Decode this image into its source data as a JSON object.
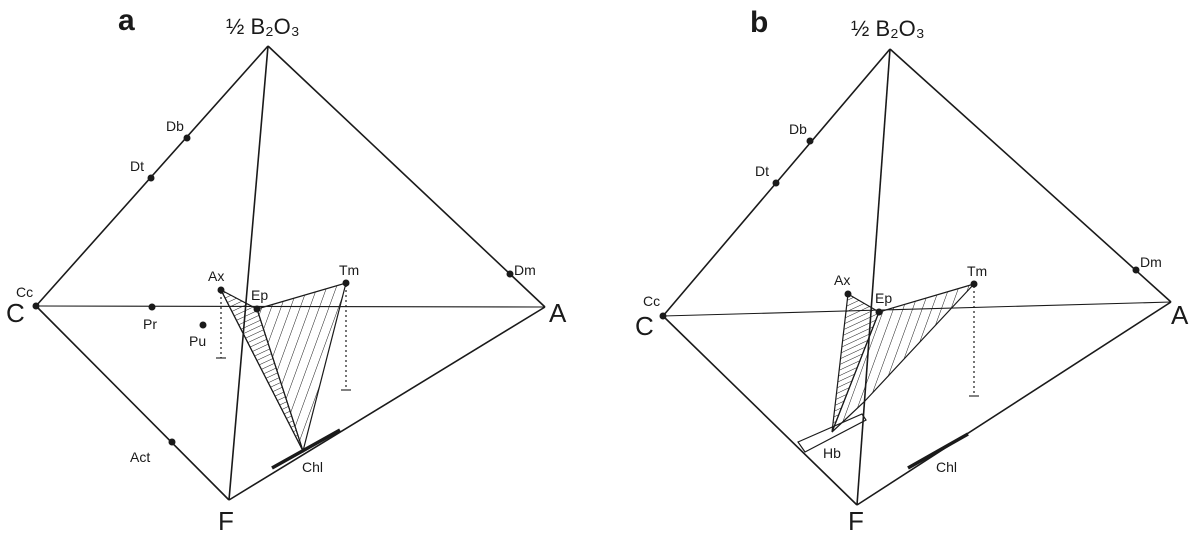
{
  "panels": [
    {
      "panel_label": "a",
      "apex_label": "½ B₂O₃",
      "vertices": {
        "left": "C",
        "right": "A",
        "bottom": "F"
      },
      "points": {
        "cc": "Cc",
        "db": "Db",
        "dt": "Dt",
        "dm": "Dm",
        "ax": "Ax",
        "ep": "Ep",
        "tm": "Tm",
        "pr": "Pr",
        "pu": "Pu",
        "act": "Act",
        "chl": "Chl"
      }
    },
    {
      "panel_label": "b",
      "apex_label": "½ B₂O₃",
      "vertices": {
        "left": "C",
        "right": "A",
        "bottom": "F"
      },
      "points": {
        "cc": "Cc",
        "db": "Db",
        "dt": "Dt",
        "dm": "Dm",
        "ax": "Ax",
        "ep": "Ep",
        "tm": "Tm",
        "hb": "Hb",
        "chl": "Chl"
      }
    }
  ]
}
